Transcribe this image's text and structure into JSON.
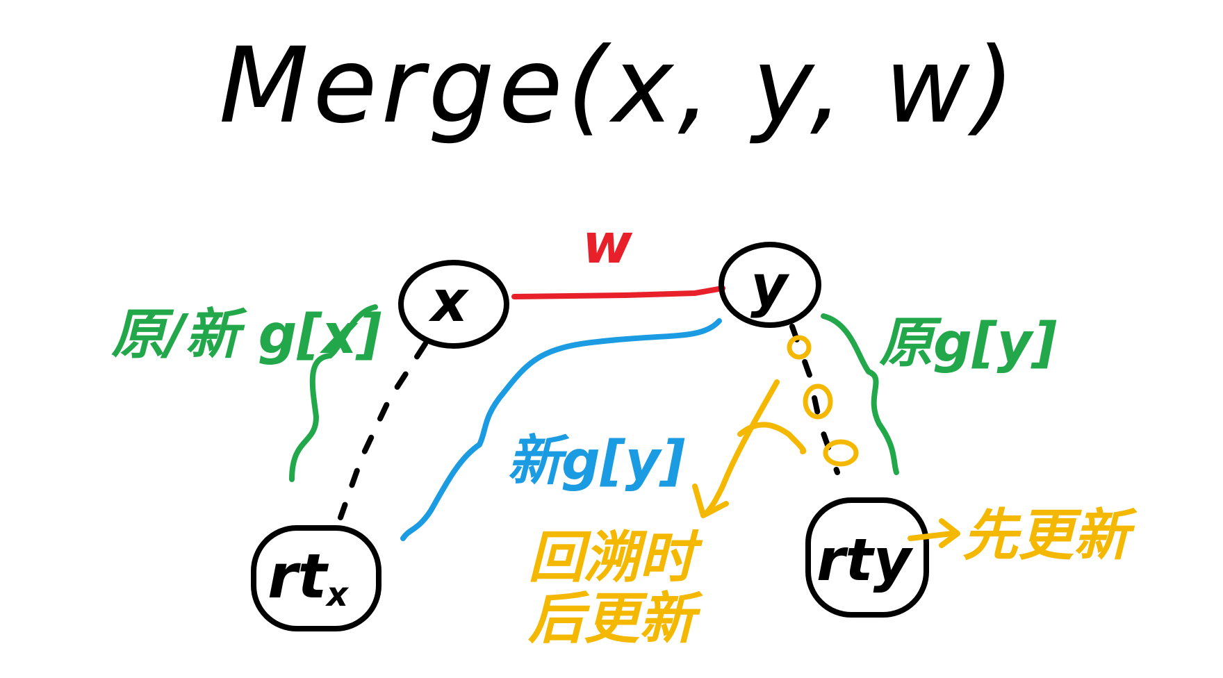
{
  "title": "Merge(x, y, w)",
  "nodes": {
    "x": "x",
    "y": "y",
    "rtx_main": "rt",
    "rtx_sub": "x",
    "rty": "rty"
  },
  "edges": {
    "w_label": "w"
  },
  "labels": {
    "gx_label": "原/新 g[x]",
    "gy_old_label": "原g[y]",
    "gy_new_label": "新g[y]",
    "backtrack_line1": "回溯时",
    "backtrack_line2": "后更新",
    "update_first": "先更新"
  },
  "colors": {
    "ink": "#000000",
    "red": "#e8202a",
    "green": "#22a84a",
    "blue": "#1a9be2",
    "orange": "#f5b800"
  }
}
